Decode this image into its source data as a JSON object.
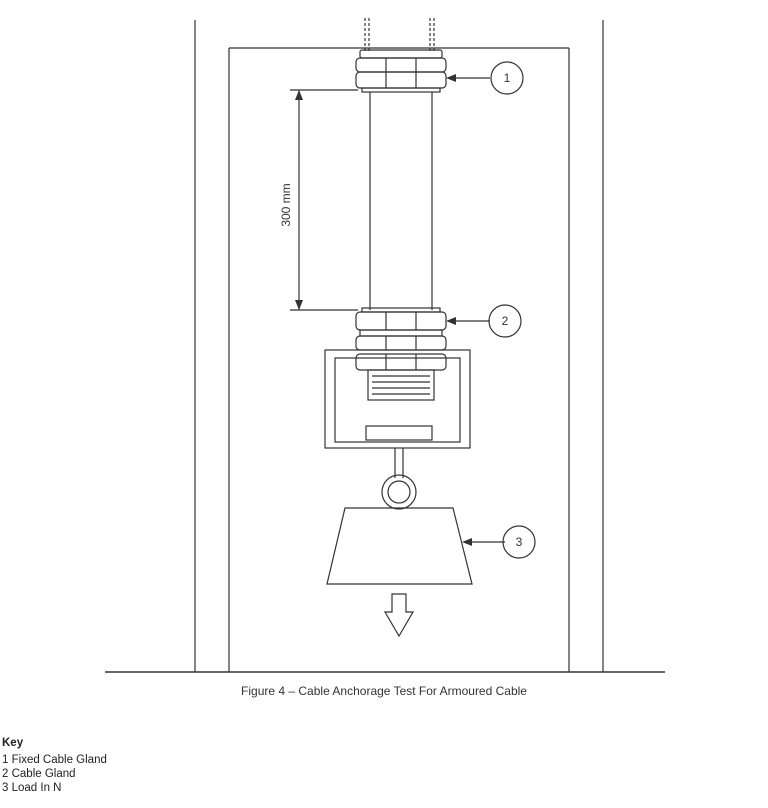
{
  "diagram": {
    "dimension_label": "300 mm",
    "callouts": [
      "1",
      "2",
      "3"
    ]
  },
  "caption": "Figure 4 – Cable Anchorage Test For Armoured Cable",
  "key": {
    "title": "Key",
    "items": [
      {
        "number": "1",
        "label": "Fixed Cable Gland"
      },
      {
        "number": "2",
        "label": "Cable Gland"
      },
      {
        "number": "3",
        "label": "Load In N"
      }
    ]
  }
}
